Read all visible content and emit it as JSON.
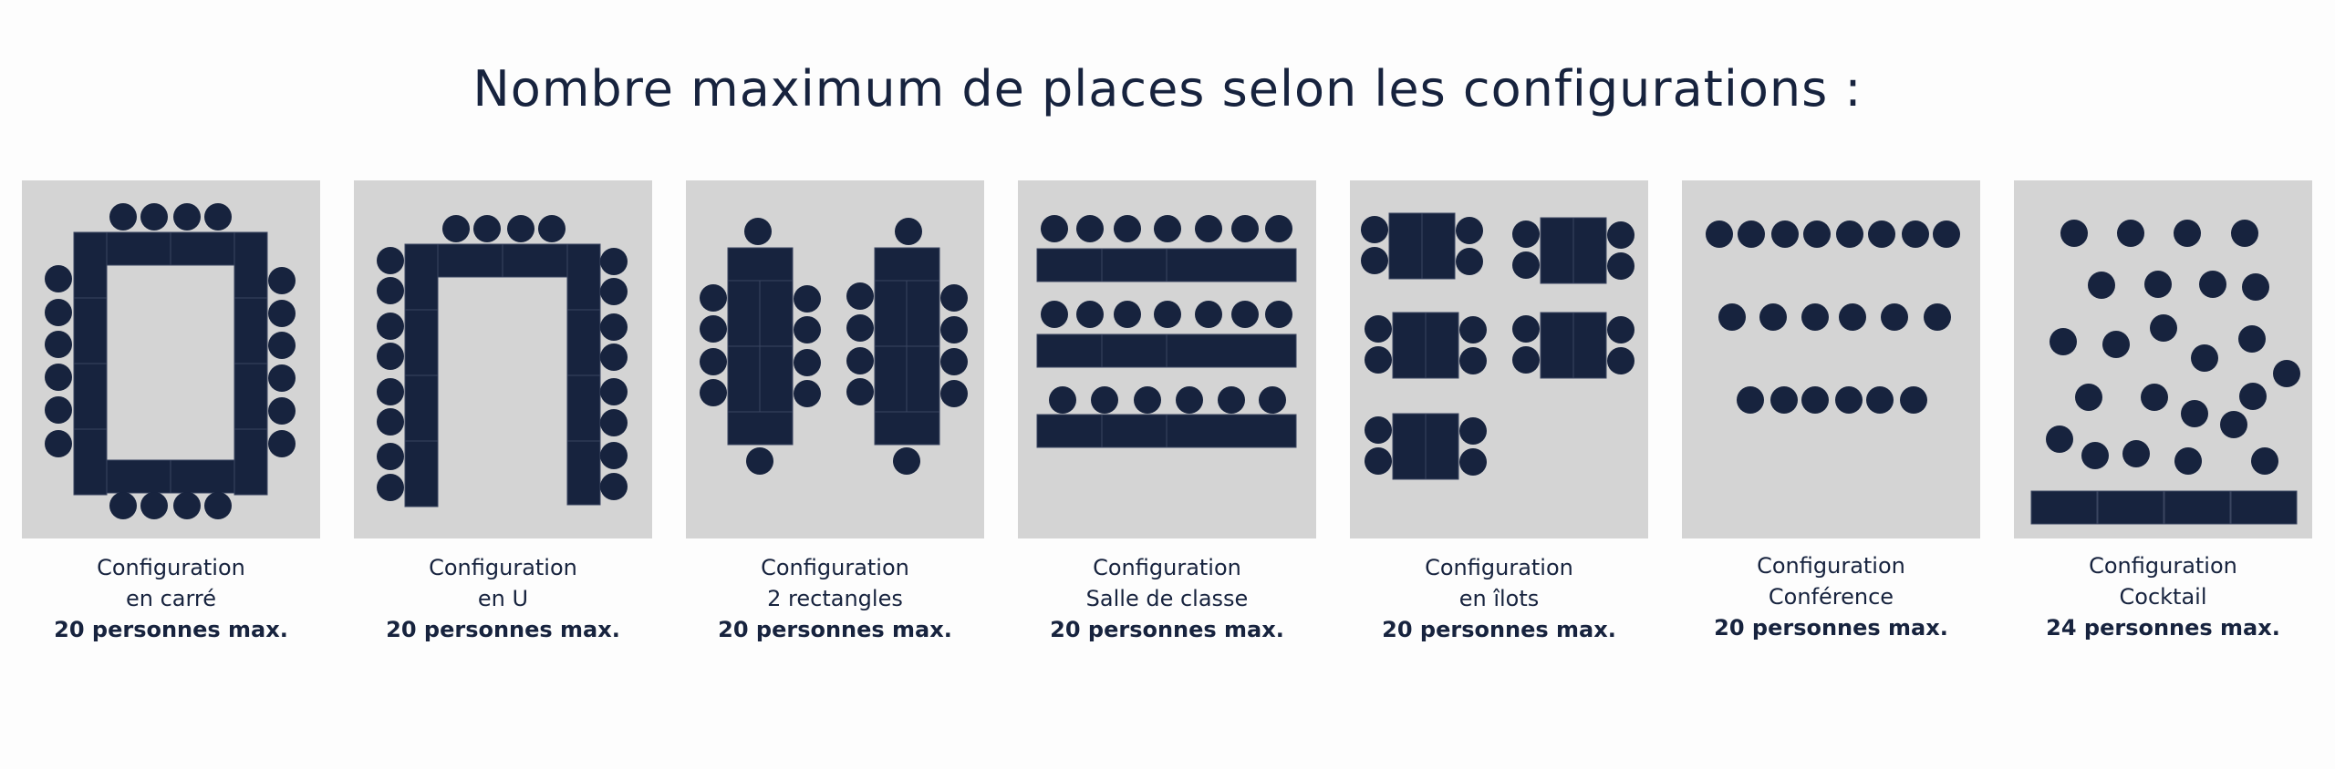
{
  "heading": "Nombre maximum de places selon les configurations :",
  "colors": {
    "accent": "#17233e",
    "panel_bg": "#d4d4d4"
  },
  "configurations": [
    {
      "line1": "Configuration",
      "line2": "en carré",
      "capacity": "20 personnes max."
    },
    {
      "line1": "Configuration",
      "line2": "en U",
      "capacity": "20 personnes max."
    },
    {
      "line1": "Configuration",
      "line2": "2 rectangles",
      "capacity": "20 personnes max."
    },
    {
      "line1": "Configuration",
      "line2": "Salle de classe",
      "capacity": "20 personnes max."
    },
    {
      "line1": "Configuration",
      "line2": "en îlots",
      "capacity": "20 personnes max."
    },
    {
      "line1": "Configuration",
      "line2": "Conférence",
      "capacity": "20 personnes max."
    },
    {
      "line1": "Configuration",
      "line2": "Cocktail",
      "capacity": "24 personnes max."
    }
  ]
}
